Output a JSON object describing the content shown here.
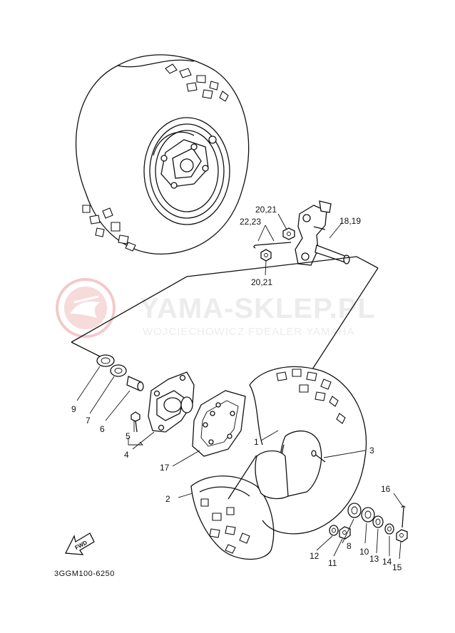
{
  "watermark": {
    "main": "YAMA-SKLEP.PL",
    "sub": "WOJCIECHOWICZ FDEALER YAMAHA",
    "logo_color": "#f2b8b8"
  },
  "diagram_code": "3GGM100-6250",
  "fwd_label": "FWD",
  "callouts": {
    "c1": "1",
    "c2": "2",
    "c3": "3",
    "c4": "4",
    "c5": "5",
    "c6": "6",
    "c7": "7",
    "c8": "8",
    "c9": "9",
    "c10": "10",
    "c11": "11",
    "c12": "12",
    "c13": "13",
    "c14": "14",
    "c15": "15",
    "c16": "16",
    "c17": "17",
    "c18_19": "18,19",
    "c20_21_top": "20,21",
    "c20_21_bottom": "20,21",
    "c22_23": "22,23"
  }
}
